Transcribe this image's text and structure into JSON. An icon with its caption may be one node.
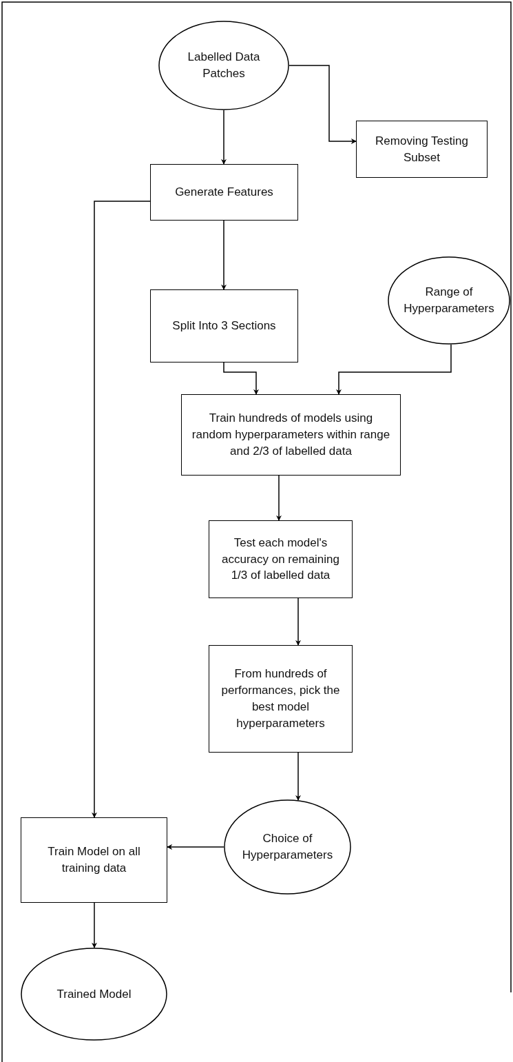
{
  "diagram": {
    "nodes": [
      {
        "text": [
          "Labelled Data Patches"
        ]
      },
      {
        "text": [
          "Removing Testing Subset"
        ]
      },
      {
        "text": [
          "Generate Features"
        ]
      },
      {
        "text": [
          "Split Into 3 Sections"
        ]
      },
      {
        "text": [
          "Range of Hyperparameters"
        ]
      },
      {
        "text": [
          "Train hundreds of models using random hyperparameters within range and 2/3 of labelled data"
        ]
      },
      {
        "text": [
          "Test each model's accuracy on remaining 1/3 of labelled data"
        ]
      },
      {
        "text": [
          "From hundreds of performances, pick the best model hyperparameters"
        ]
      },
      {
        "text": [
          "Choice of Hyperparameters"
        ]
      },
      {
        "text": [
          "Train Model on all training data"
        ]
      },
      {
        "text": [
          "Trained Model"
        ]
      }
    ],
    "edges": [
      {
        "from": 0,
        "to": 2,
        "arrow": "to"
      },
      {
        "from": 0,
        "to": 1,
        "arrow": "to"
      },
      {
        "from": 2,
        "to": 9,
        "arrow": "to"
      },
      {
        "from": 2,
        "to": 3,
        "arrow": "to"
      },
      {
        "from": 3,
        "to": 5,
        "arrow": "to"
      },
      {
        "from": 4,
        "to": 5,
        "arrow": "to"
      },
      {
        "from": 5,
        "to": 6,
        "arrow": "to"
      },
      {
        "from": 6,
        "to": 7,
        "arrow": "to"
      },
      {
        "from": 7,
        "to": 8,
        "arrow": "to"
      },
      {
        "from": 8,
        "to": 9,
        "arrow": "to"
      },
      {
        "from": 9,
        "to": 10,
        "arrow": "to"
      }
    ]
  }
}
